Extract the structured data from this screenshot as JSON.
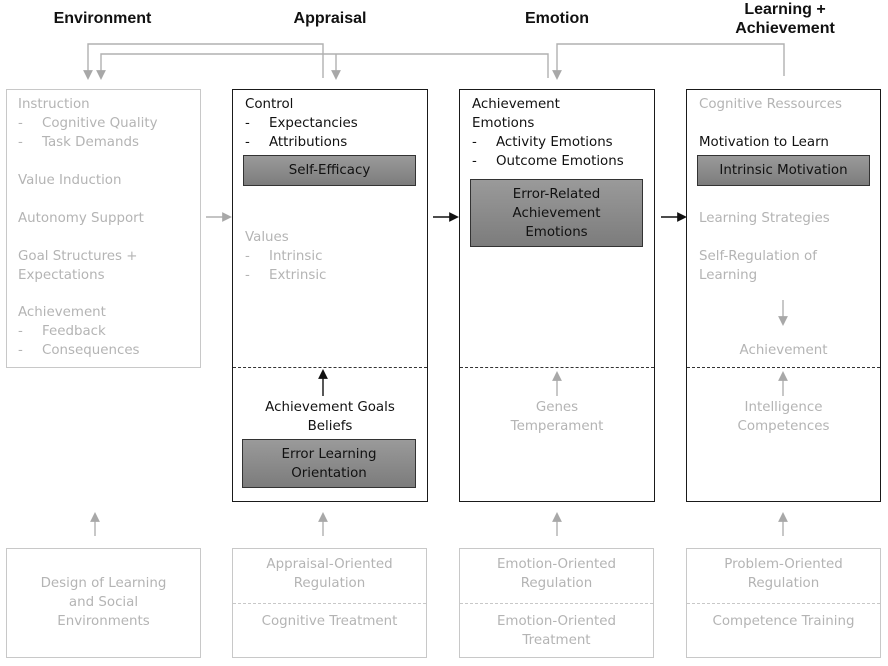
{
  "headers": {
    "environment": "Environment",
    "appraisal": "Appraisal",
    "emotion": "Emotion",
    "learning_line1": "Learning +",
    "learning_line2": "Achievement"
  },
  "environment": {
    "instruction": "Instruction",
    "instruction_items": [
      "Cognitive Quality",
      "Task Demands"
    ],
    "value_induction": "Value Induction",
    "autonomy_support": "Autonomy Support",
    "goal_structures_line1": "Goal Structures +",
    "goal_structures_line2": "Expectations",
    "achievement": "Achievement",
    "achievement_items": [
      "Feedback",
      "Consequences"
    ]
  },
  "appraisal": {
    "control": "Control",
    "control_items": [
      "Expectancies",
      "Attributions"
    ],
    "self_efficacy": "Self-Efficacy",
    "values": "Values",
    "values_items": [
      "Intrinsic",
      "Extrinsic"
    ],
    "goals_line1": "Achievement Goals",
    "goals_line2": "Beliefs",
    "error_orientation_line1": "Error Learning",
    "error_orientation_line2": "Orientation"
  },
  "emotion": {
    "title_line1": "Achievement",
    "title_line2": "Emotions",
    "items": [
      "Activity Emotions",
      "Outcome Emotions"
    ],
    "error_related_line1": "Error-Related",
    "error_related_line2": "Achievement",
    "error_related_line3": "Emotions",
    "genes": "Genes",
    "temperament": "Temperament"
  },
  "learning": {
    "cognitive_resources": "Cognitive Ressources",
    "motivation": "Motivation to Learn",
    "intrinsic_motivation": "Intrinsic Motivation",
    "strategies": "Learning Strategies",
    "self_regulation_line1": "Self-Regulation of",
    "self_regulation_line2": "Learning",
    "achievement": "Achievement",
    "intelligence": "Intelligence",
    "competences": "Competences"
  },
  "bottom": {
    "design_line1": "Design of Learning",
    "design_line2": "and Social",
    "design_line3": "Environments",
    "appraisal_reg_line1": "Appraisal-Oriented",
    "appraisal_reg_line2": "Regulation",
    "cognitive_treatment": "Cognitive Treatment",
    "emotion_reg_line1": "Emotion-Oriented",
    "emotion_reg_line2": "Regulation",
    "emotion_treatment_line1": "Emotion-Oriented",
    "emotion_treatment_line2": "Treatment",
    "problem_reg_line1": "Problem-Oriented",
    "problem_reg_line2": "Regulation",
    "competence_training": "Competence Training"
  },
  "colors": {
    "light_gray": "#c8c8c8",
    "text_gray": "#b4b4b4",
    "dark": "#1a1a1a",
    "box_fill": "#8a8a8a"
  }
}
